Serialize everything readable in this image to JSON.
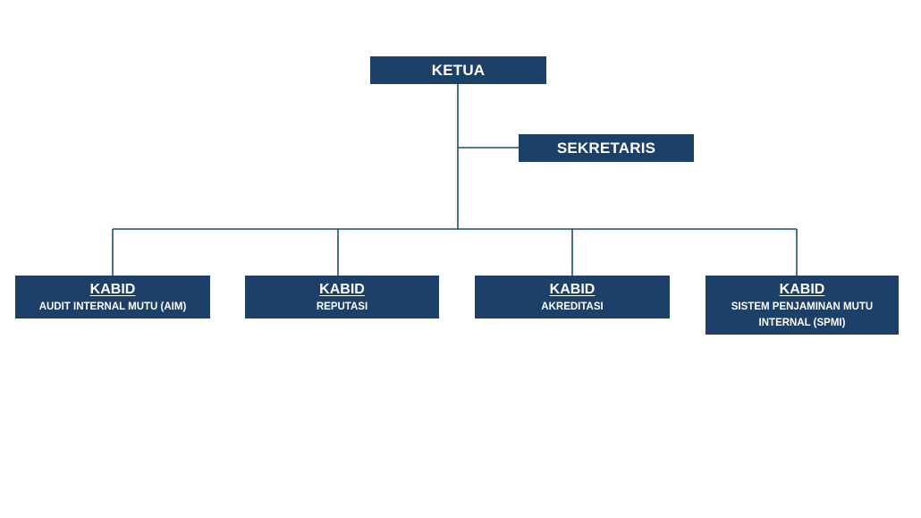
{
  "org_chart": {
    "ketua": {
      "label": "KETUA"
    },
    "sekretaris": {
      "label": "SEKRETARIS"
    },
    "divisions": [
      {
        "title": "KABID",
        "subtitle": "AUDIT INTERNAL MUTU (AIM)"
      },
      {
        "title": "KABID",
        "subtitle": "REPUTASI"
      },
      {
        "title": "KABID",
        "subtitle": "AKREDITASI"
      },
      {
        "title": "KABID",
        "subtitle": "SISTEM PENJAMINAN MUTU INTERNAL (SPMI)"
      }
    ]
  },
  "colors": {
    "box_fill": "#1c4068",
    "box_text": "#ffffff",
    "connector": "#1f4e6b",
    "background": "#ffffff"
  }
}
